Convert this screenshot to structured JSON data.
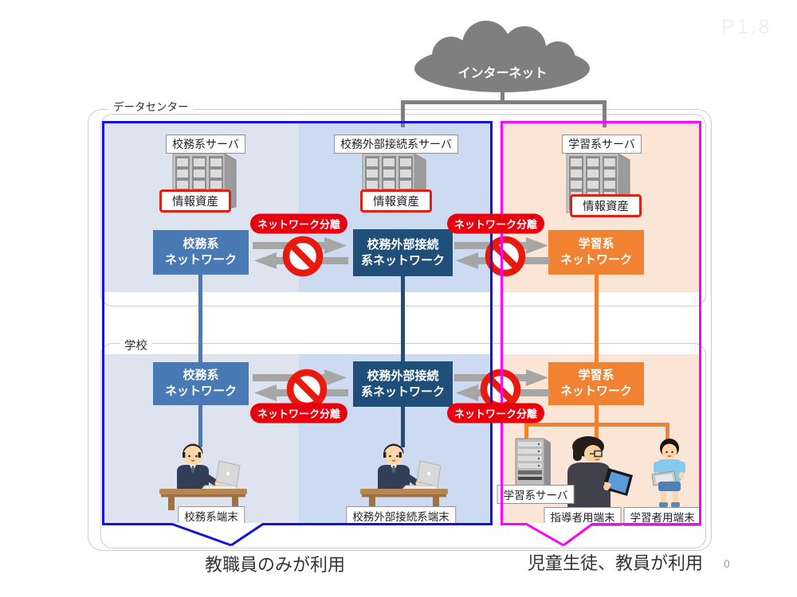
{
  "page": {
    "watermark": "P1.8",
    "page_number": "0"
  },
  "internet": {
    "label": "インターネット"
  },
  "regions": {
    "datacenter": "データセンター",
    "school": "学校"
  },
  "shared": {
    "separation": "ネットワーク分離",
    "asset": "情報資産"
  },
  "networks": {
    "koumu": {
      "server": "校務系サーバ",
      "net_line1": "校務系",
      "net_line2": "ネットワーク",
      "terminal": "校務系端末"
    },
    "gaibu": {
      "server": "校務外部接続系サーバ",
      "net_line1": "校務外部接続",
      "net_line2": "系ネットワーク",
      "terminal": "校務外部接続系端末"
    },
    "gakushu": {
      "server": "学習系サーバ",
      "net_line1": "学習系",
      "net_line2": "ネットワーク",
      "school_server": "学習系サーバ",
      "teacher_terminal": "指導者用端末",
      "student_terminal": "学習者用端末"
    }
  },
  "footer": {
    "left": "教職員のみが利用",
    "right": "児童生徒、教員が利用"
  },
  "colors": {
    "koumu_net": "#4A7AB5",
    "gaibu_net": "#1F4E79",
    "gakushu_net": "#F08232",
    "blue_border": "#1212DA",
    "magenta_border": "#FF00FF",
    "red_label": "#E8000F",
    "prohibit_red": "#E8190F",
    "band_light_blue": "#DDE4EF",
    "band_mid_blue": "#CCDBF2",
    "band_peach": "#FBE5D6",
    "cloud_gray": "#7F7F7F",
    "arrow_gray": "#A6A6A6"
  }
}
